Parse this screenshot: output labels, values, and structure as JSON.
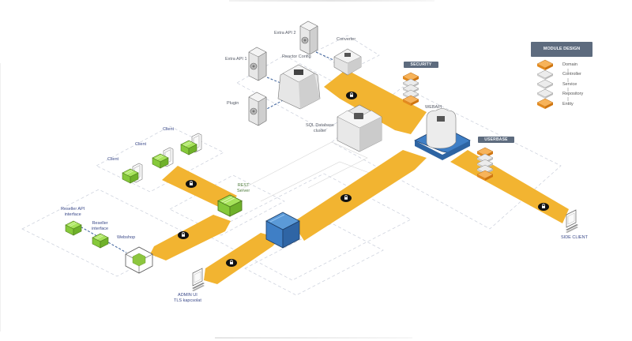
{
  "diagram": {
    "title": "System architecture (isometric)",
    "colors": {
      "path": "#f2b431",
      "lock_badge": "#111111",
      "hub_blue": "#3f7fc6",
      "node_green": "#8dd33f",
      "stack_orange": "#f4a13a",
      "stack_grey": "#d9d9d9",
      "badge_bg": "#5d6b7e",
      "label_blue": "#3b4a8a",
      "dashed_zone": "#c9ceda"
    },
    "nodes": {
      "extra_api_2": {
        "label": "Extra API 2",
        "icon": "server-tower-icon"
      },
      "converter": {
        "label": "Converter",
        "icon": "cube-node-icon"
      },
      "extra_api_1": {
        "label": "Extra API 1",
        "icon": "server-tower-icon"
      },
      "reactor_config": {
        "label": "Reactor Config",
        "icon": "reactor-node-icon"
      },
      "plugin": {
        "label": "Plugin",
        "icon": "server-tower-icon"
      },
      "sql_database": {
        "label_line1": "SQL Database",
        "label_line2": "cluster",
        "icon": "database-box-icon"
      },
      "webapi": {
        "label": "WEBAPI",
        "icon": "cloud-server-icon"
      },
      "security": {
        "badge": "SECURITY",
        "icon": "module-stack-icon"
      },
      "userbase": {
        "badge": "USERBASE",
        "icon": "module-stack-icon"
      },
      "client_1": {
        "label": "Client",
        "icon": "mobile-client-icon"
      },
      "client_2": {
        "label": "Client",
        "icon": "mobile-client-icon"
      },
      "client_3": {
        "label": "Client",
        "icon": "mobile-client-icon"
      },
      "rest_server": {
        "label_line1": "REST",
        "label_line2": "Server",
        "icon": "green-node-icon"
      },
      "reseller_api": {
        "label_line1": "Reseller API",
        "label_line2": "interface",
        "icon": "green-node-icon"
      },
      "reseller": {
        "label_line1": "Reseller",
        "label_line2": "interface",
        "icon": "green-node-icon"
      },
      "webshop": {
        "label": "Webshop",
        "icon": "webshop-cube-icon"
      },
      "core_hub": {
        "icon": "blue-cube-icon"
      },
      "admin_ui": {
        "label_line1": "ADMIN UI",
        "label_line2": "TLS kapcsolat",
        "icon": "desktop-monitor-icon"
      },
      "side_client": {
        "label": "SIDE CLIENT",
        "icon": "desktop-monitor-icon"
      }
    },
    "legend": {
      "title": "MODULE DESIGN",
      "items": [
        "Domain",
        "Controller",
        "Service",
        "Repository",
        "Entity"
      ]
    },
    "connections": [
      {
        "from": "Reactor Config",
        "to": "WEBAPI",
        "style": "secure-path"
      },
      {
        "from": "Client",
        "to": "REST Server",
        "style": "secure-path"
      },
      {
        "from": "REST Server",
        "to": "Webshop",
        "style": "secure-path"
      },
      {
        "from": "Core Hub",
        "to": "ADMIN UI",
        "style": "secure-path"
      },
      {
        "from": "Core Hub",
        "to": "WEBAPI",
        "style": "secure-path"
      },
      {
        "from": "WEBAPI",
        "to": "SIDE CLIENT",
        "style": "secure-path"
      },
      {
        "from": "Reactor Config",
        "to": "Extra API 1",
        "style": "dashed-link"
      },
      {
        "from": "Reactor Config",
        "to": "Plugin",
        "style": "dashed-link"
      },
      {
        "from": "Converter",
        "to": "Extra API 2",
        "style": "dashed-link"
      },
      {
        "from": "Reseller API",
        "to": "Webshop",
        "style": "dashed-link"
      }
    ]
  }
}
